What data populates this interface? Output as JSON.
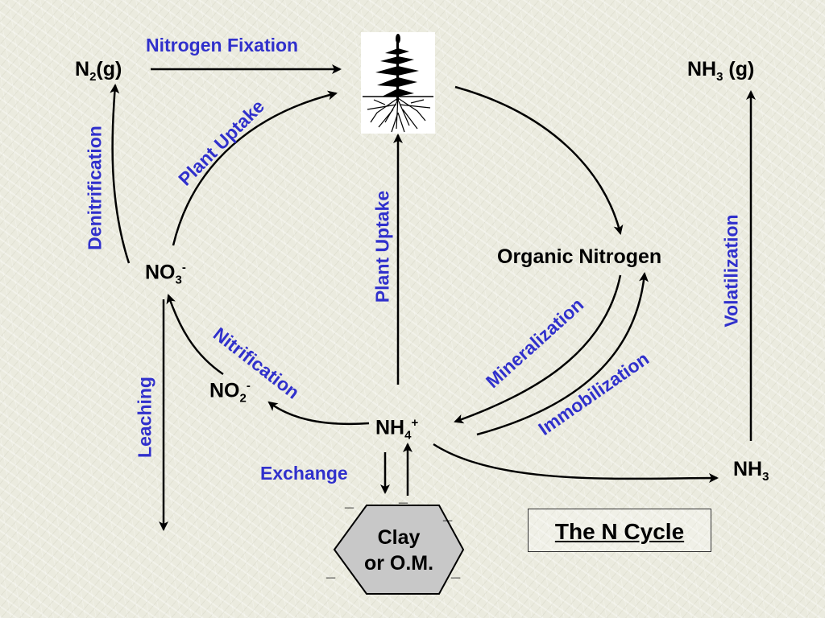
{
  "species": {
    "n2": {
      "base": "N",
      "sub": "2",
      "tail": "(g)"
    },
    "nh3g": {
      "base": "NH",
      "sub": "3",
      "tail": " (g)"
    },
    "no3": {
      "base": "NO",
      "sub": "3",
      "sup": "-"
    },
    "no2": {
      "base": "NO",
      "sub": "2",
      "sup": "-"
    },
    "nh4": {
      "base": "NH",
      "sub": "4",
      "sup": "+"
    },
    "nh3": {
      "base": "NH",
      "sub": "3"
    },
    "organic": "Organic Nitrogen"
  },
  "processes": {
    "fixation": "Nitrogen Fixation",
    "denitrification": "Denitrification",
    "plant_uptake_left": "Plant Uptake",
    "plant_uptake_center": "Plant Uptake",
    "volatilization": "Volatilization",
    "mineralization": "Mineralization",
    "immobilization": "Immobilization",
    "nitrification": "Nitrification",
    "leaching": "Leaching",
    "exchange": "Exchange"
  },
  "clay": {
    "line1": "Clay",
    "line2": "or O.M.",
    "charge": "_"
  },
  "title": "The N Cycle",
  "colors": {
    "process": "#3030cc",
    "species": "#000000",
    "hexagon": "#c8c8c8",
    "background": "#ebebdf"
  },
  "icons": {
    "plant": "plant-icon"
  }
}
